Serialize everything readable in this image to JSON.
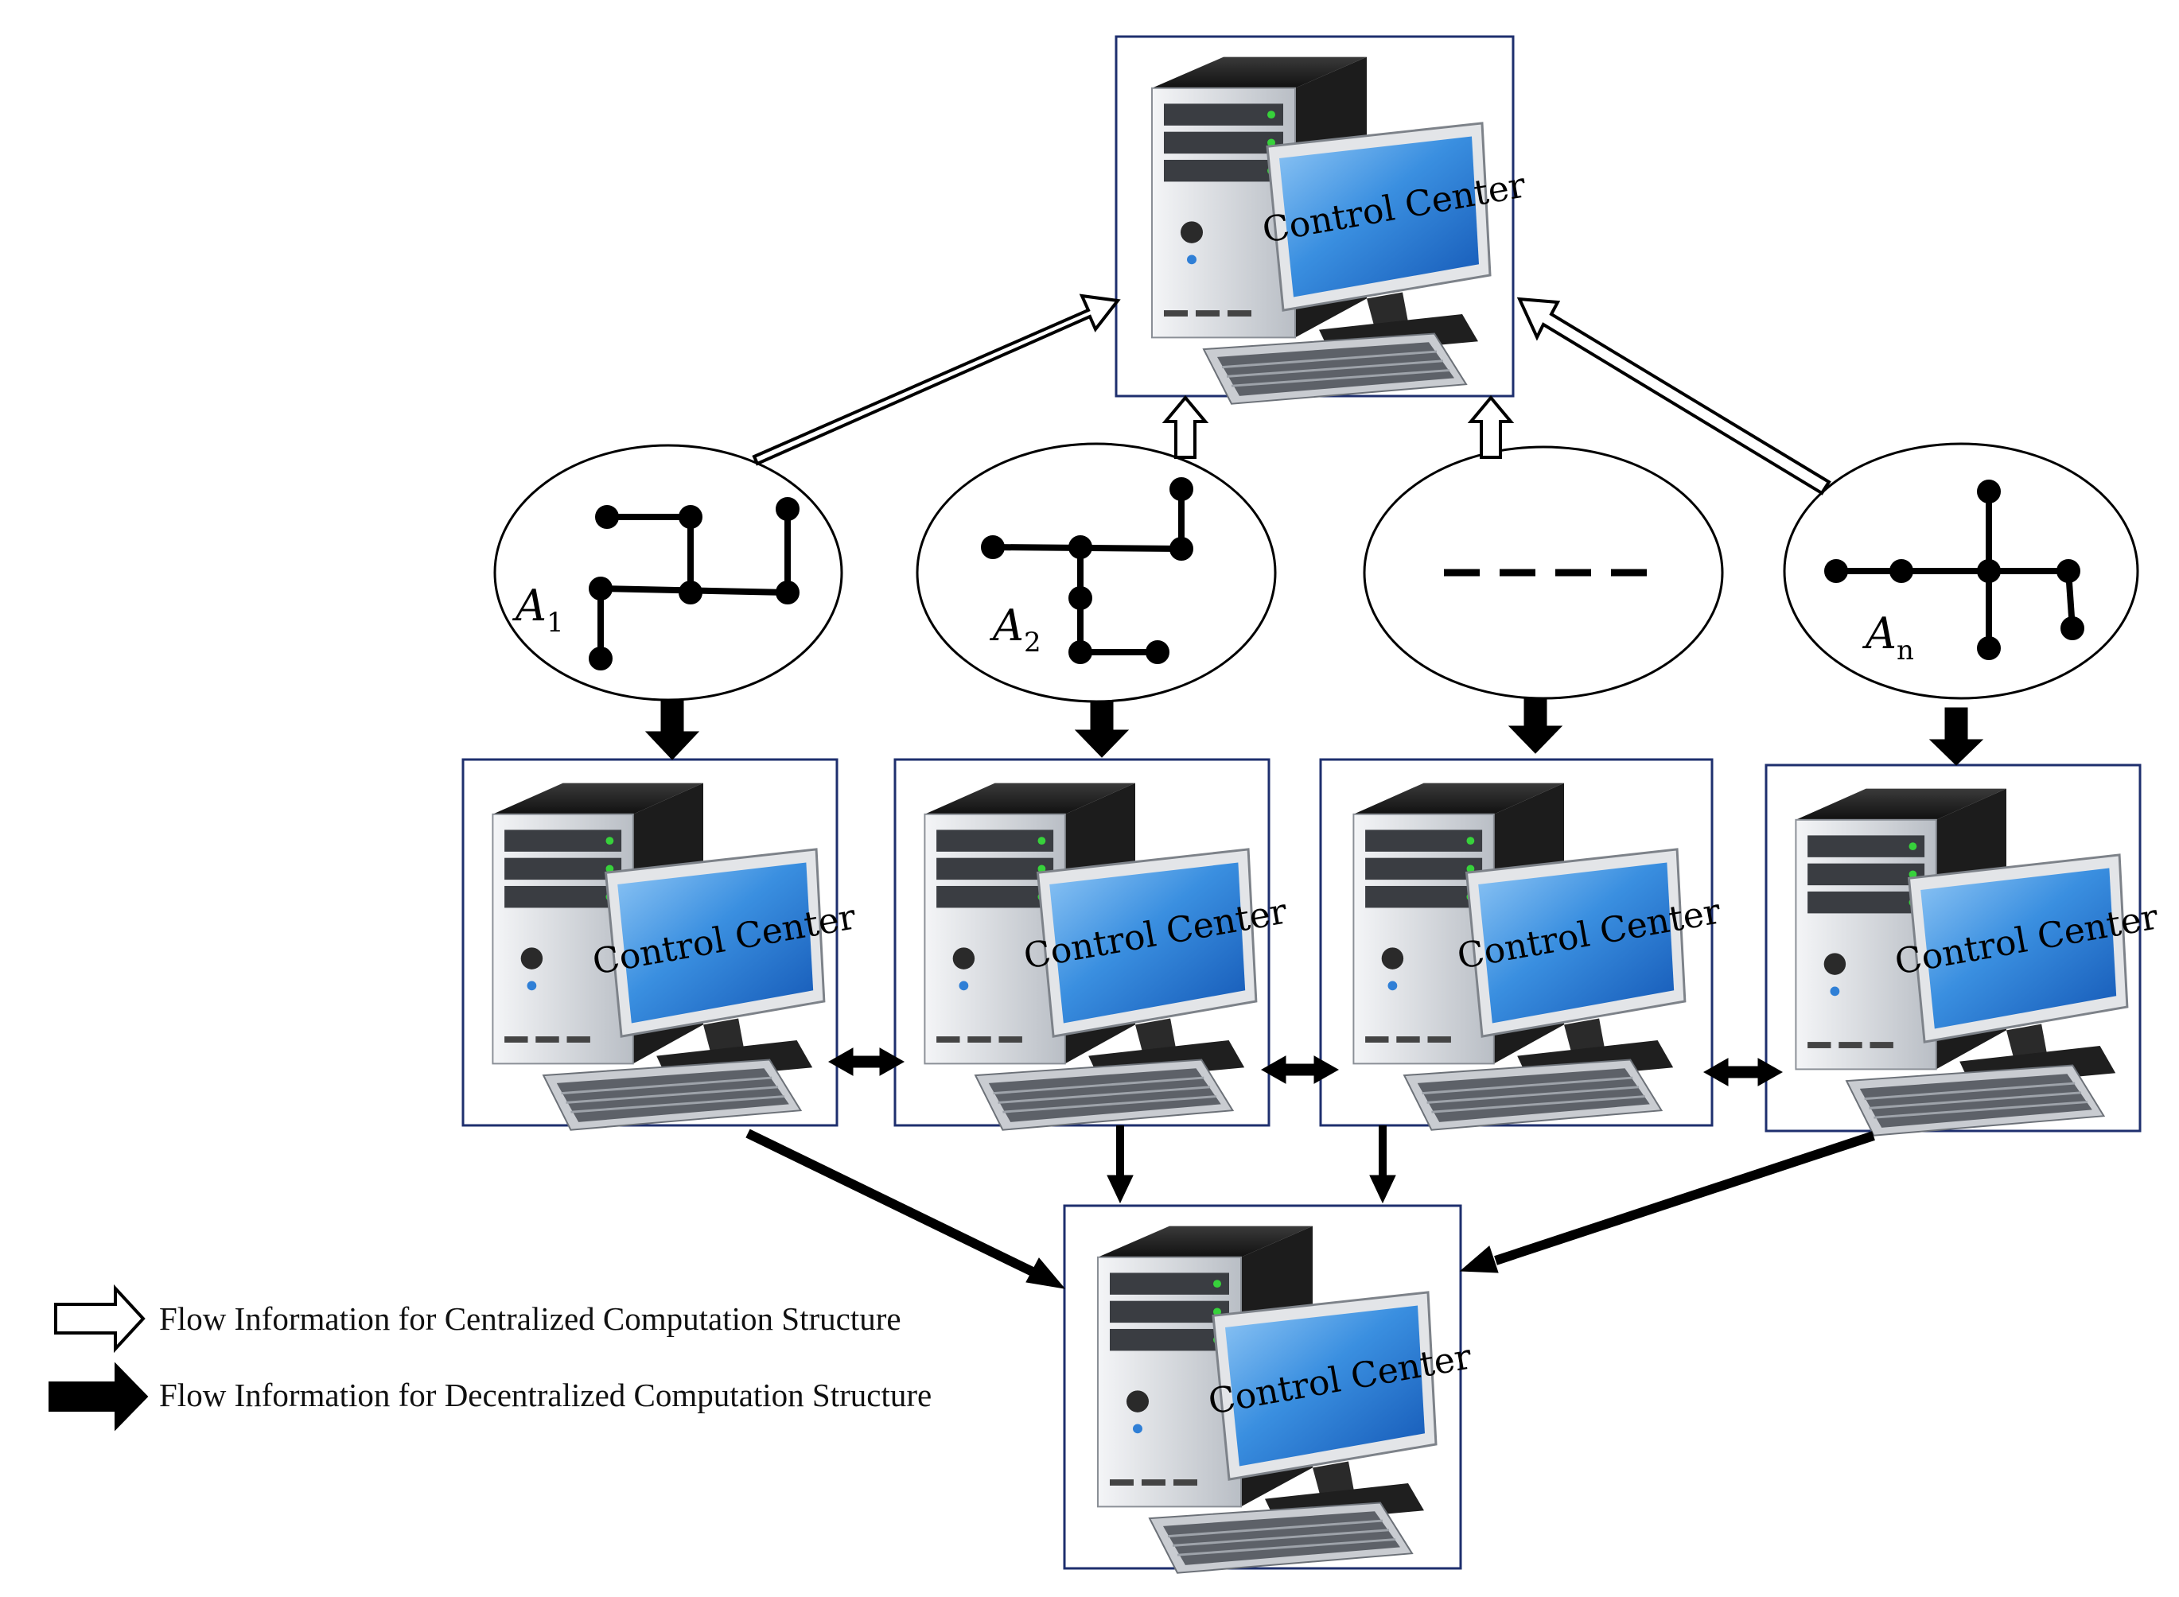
{
  "central_center": {
    "label": "Control Center"
  },
  "local_centers": [
    {
      "label": "Control Center"
    },
    {
      "label": "Control Center"
    },
    {
      "label": "Control Center"
    },
    {
      "label": "Control Center"
    }
  ],
  "bottom_center": {
    "label": "Control Center"
  },
  "areas": [
    {
      "letter": "A",
      "sub": "1",
      "shape": "network"
    },
    {
      "letter": "A",
      "sub": "2",
      "shape": "network"
    },
    {
      "letter": "",
      "sub": "",
      "shape": "dashes"
    },
    {
      "letter": "A",
      "sub": "n",
      "shape": "network"
    }
  ],
  "legend": {
    "centralized": "Flow  Information for Centralized Computation Structure",
    "decentralized": "Flow  Information for Decentralized Computation Structure"
  },
  "colors": {
    "box_border": "#1e2f6e",
    "screen_blue": "#2f7fd6",
    "tower_black": "#1a1a1a",
    "tower_silver": "#d9dce0",
    "arrow_black": "#000000"
  }
}
